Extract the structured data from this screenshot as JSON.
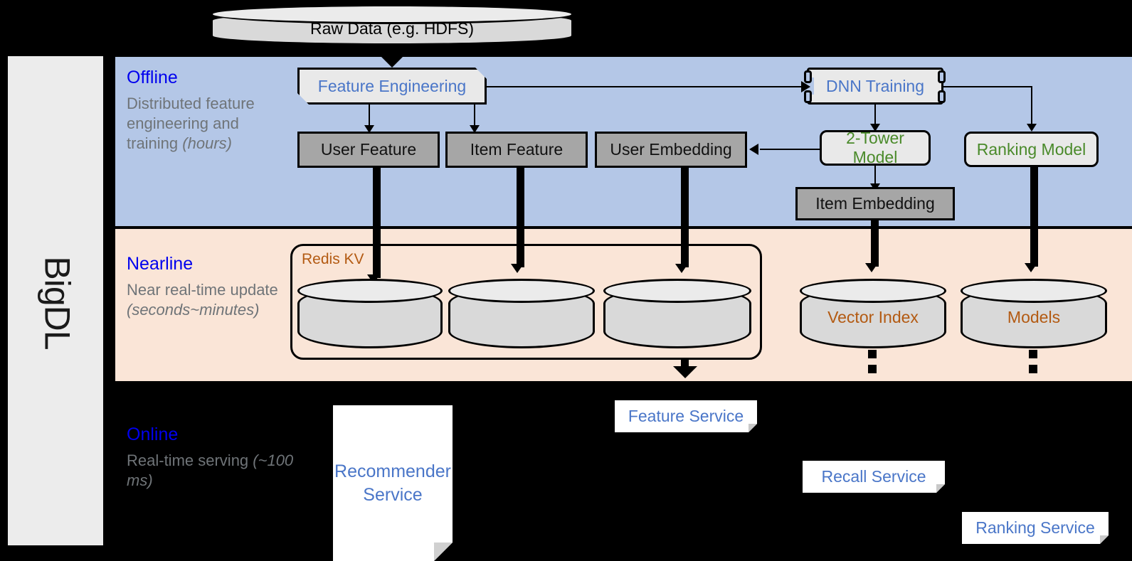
{
  "framework": {
    "name": "BigDL"
  },
  "source": {
    "raw_data_label": "Raw Data (e.g. HDFS)"
  },
  "bands": [
    {
      "id": "offline",
      "title": "Offline",
      "subtitle_plain": "Distributed feature engineering and training ",
      "subtitle_italic": "(hours)",
      "bg_color": "#b4c7e7"
    },
    {
      "id": "nearline",
      "title": "Nearline",
      "subtitle_plain": "Near real-time update ",
      "subtitle_italic": "(seconds~minutes)",
      "bg_color": "#fae5d7"
    },
    {
      "id": "online",
      "title": "Online",
      "subtitle_plain": "Real-time serving ",
      "subtitle_italic": "(~100 ms)",
      "bg_color": "#000000"
    }
  ],
  "offline": {
    "feature_engineering": "Feature Engineering",
    "dnn_training": "DNN Training",
    "user_feature": "User Feature",
    "item_feature": "Item Feature",
    "user_embedding": "User Embedding",
    "two_tower_model": "2-Tower Model",
    "ranking_model": "Ranking Model",
    "item_embedding": "Item Embedding"
  },
  "nearline": {
    "redis_kv": "Redis KV",
    "store_user_feature": "",
    "store_item_feature": "",
    "store_user_embedding": "",
    "vector_index": "Vector Index",
    "models": "Models"
  },
  "online": {
    "recommender_service_line1": "Recommender",
    "recommender_service_line2": "Service",
    "feature_service": "Feature Service",
    "recall_service": "Recall Service",
    "ranking_service": "Ranking Service"
  },
  "colors": {
    "offline_band": "#b4c7e7",
    "nearline_band": "#fae5d7",
    "online_band": "#000000",
    "band_title": "#0000ee",
    "band_subtitle": "#6f7478",
    "blue_text": "#4a76c8",
    "green_text": "#4a8a2a",
    "brown_text": "#b35a12",
    "data_box_fill": "#a6a6a6",
    "process_box_fill": "#e9e9e9",
    "cylinder_fill": "#d9d9d9",
    "rail_fill": "#ececec"
  }
}
